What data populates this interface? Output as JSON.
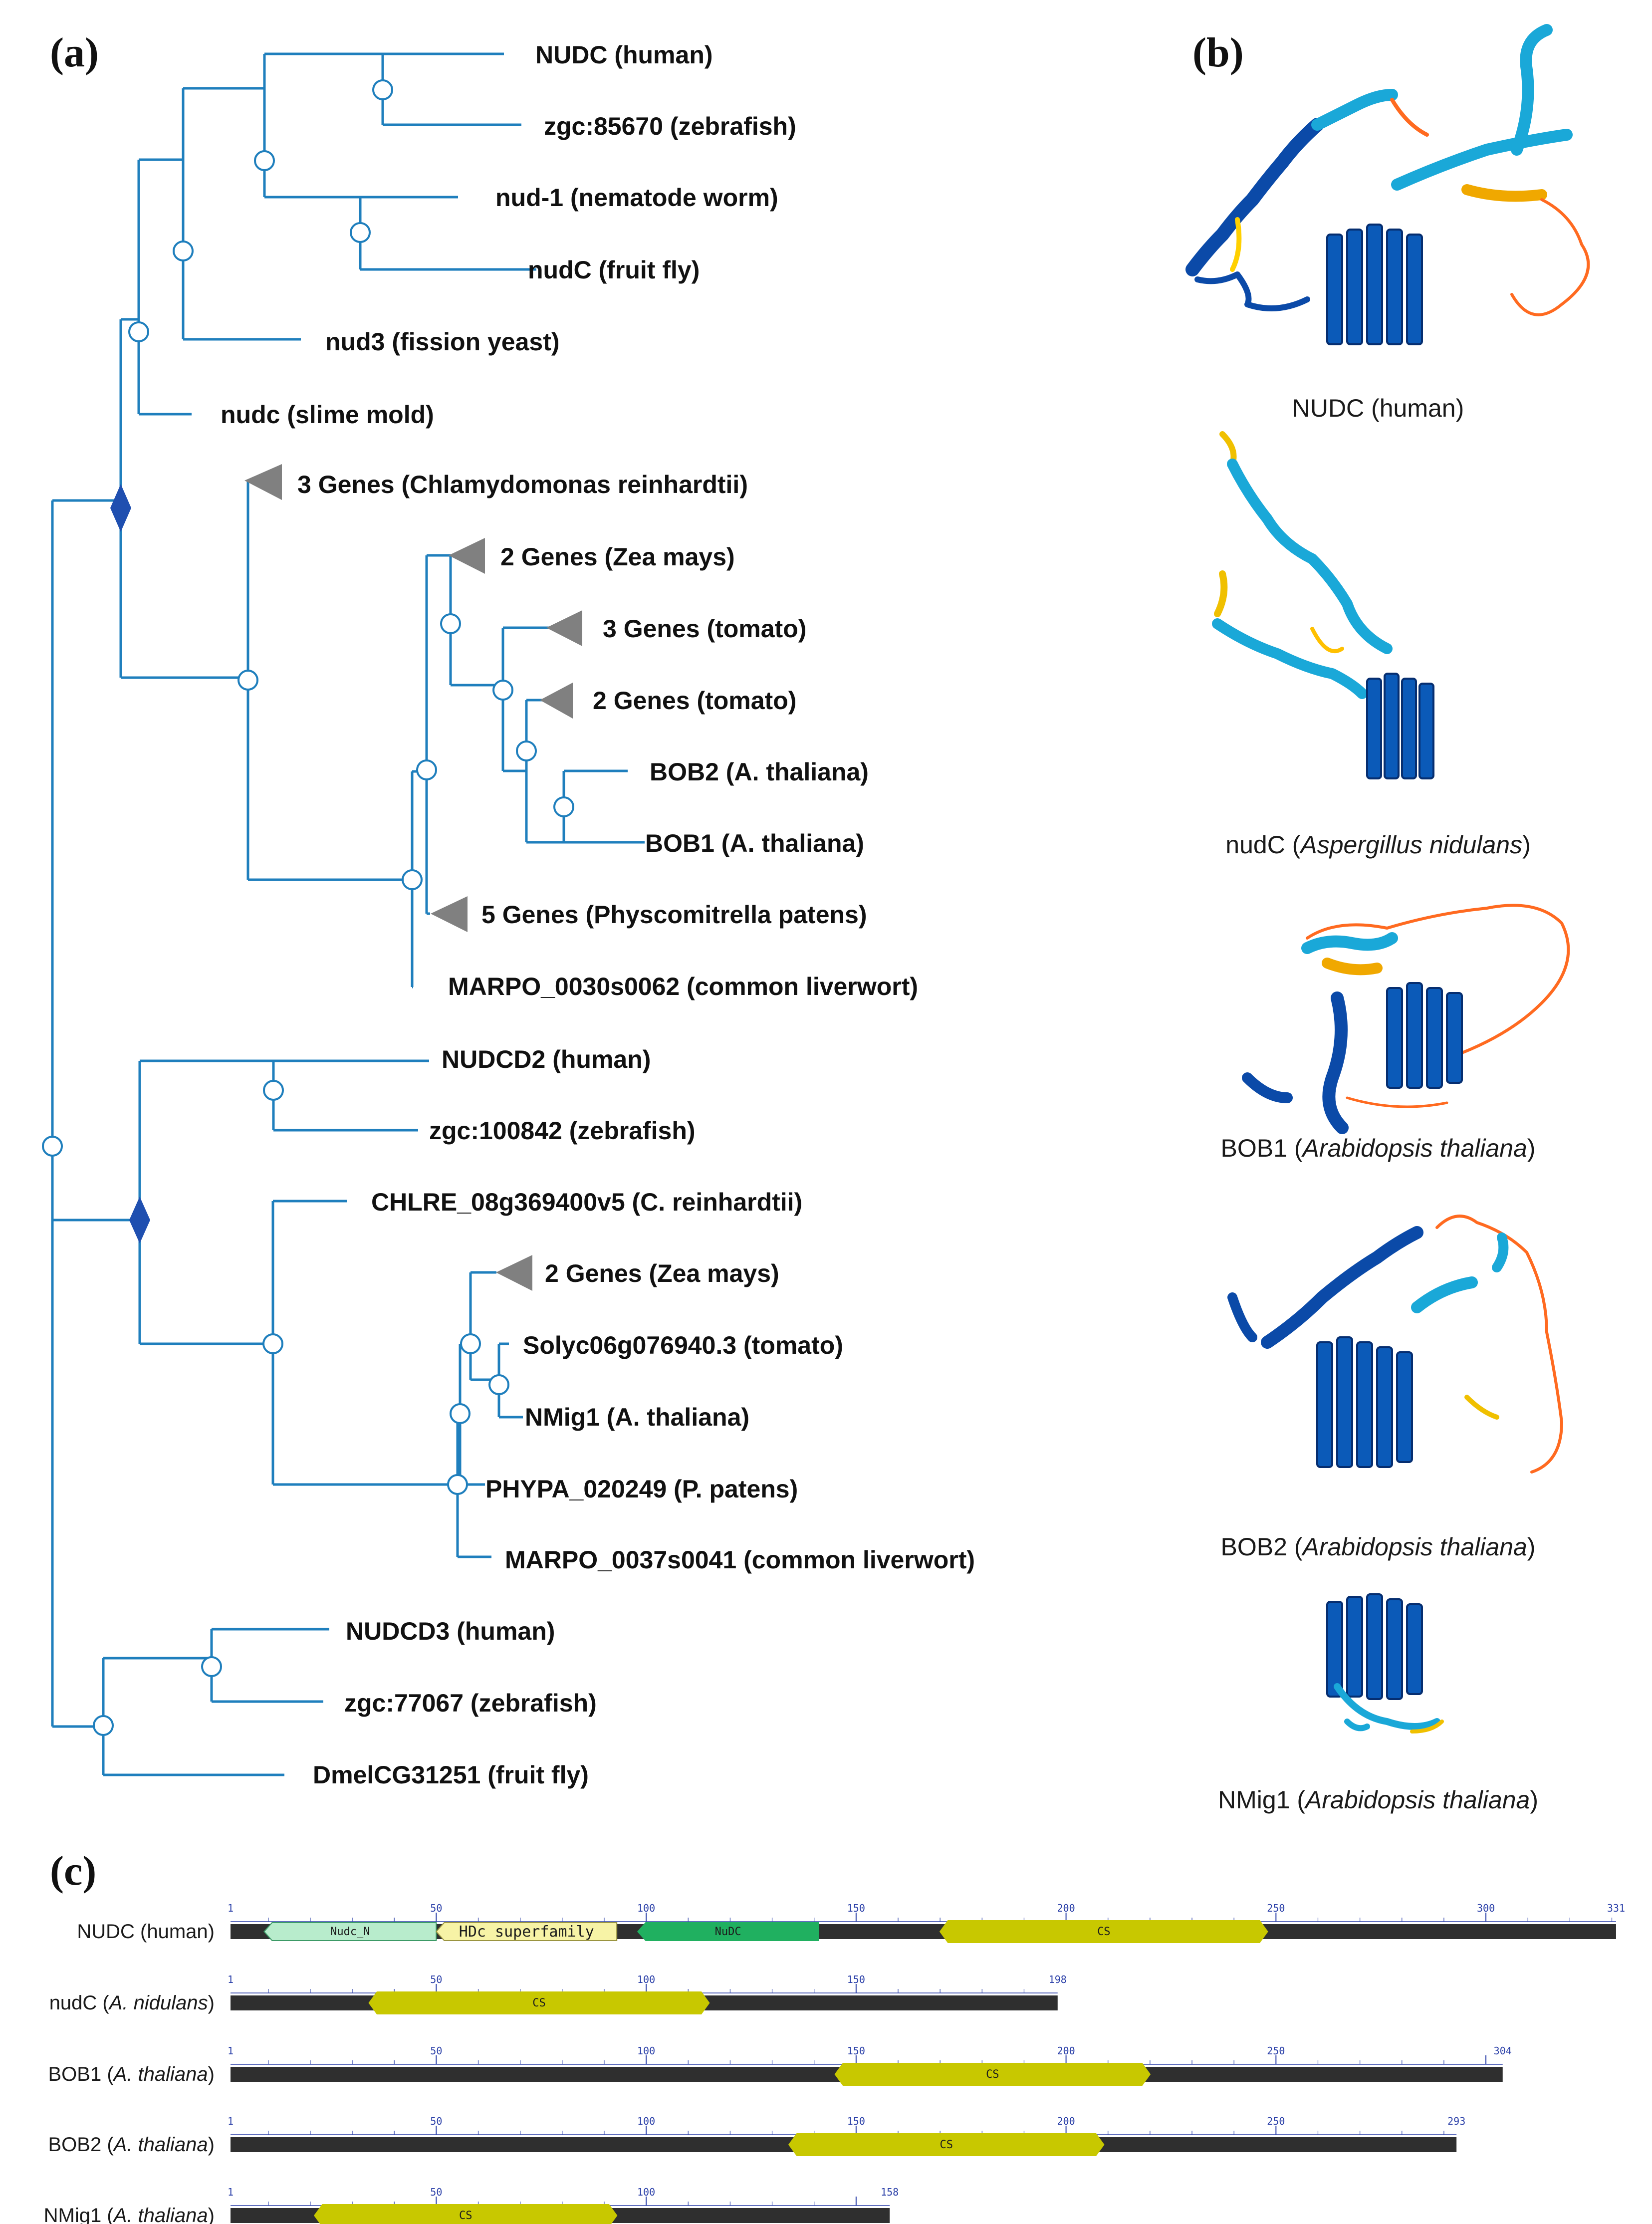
{
  "panels": {
    "a": "(a)",
    "b": "(b)",
    "c": "(c)"
  },
  "colors": {
    "tree": "#1f7fbd",
    "collapsed": "#808080",
    "diamond": "#1f4fb0",
    "bar": "#2f2f2f",
    "cs": "#c8c800",
    "hdc": "#f7f3a6",
    "nudc": "#20b060",
    "nudc_n": "#b8eccc",
    "tick": "#2a3fa8"
  },
  "tree": {
    "leaves": [
      "NUDC (human)",
      "zgc:85670 (zebrafish)",
      "nud-1 (nematode worm)",
      "nudC (fruit fly)",
      "nud3 (fission yeast)",
      "nudc (slime mold)",
      "3 Genes (Chlamydomonas reinhardtii)",
      "2 Genes (Zea mays)",
      "3 Genes (tomato)",
      "2 Genes (tomato)",
      "BOB2 (A. thaliana)",
      "BOB1 (A. thaliana)",
      "5 Genes (Physcomitrella patens)",
      "MARPO_0030s0062 (common liverwort)",
      "NUDCD2 (human)",
      "zgc:100842 (zebrafish)",
      "CHLRE_08g369400v5 (C. reinhardtii)",
      "2 Genes (Zea mays)",
      "Solyc06g076940.3 (tomato)",
      "NMig1 (A. thaliana)",
      "PHYPA_020249 (P. patens)",
      "MARPO_0037s0041 (common liverwort)",
      "NUDCD3 (human)",
      "zgc:77067 (zebrafish)",
      "DmelCG31251 (fruit fly)"
    ]
  },
  "structures": [
    {
      "name": "NUDC",
      "species": "human",
      "italic": false
    },
    {
      "name": "nudC",
      "species": "Aspergillus nidulans",
      "italic": true
    },
    {
      "name": "BOB1",
      "species": "Arabidopsis thaliana",
      "italic": true
    },
    {
      "name": "BOB2",
      "species": "Arabidopsis thaliana",
      "italic": true
    },
    {
      "name": "NMig1",
      "species": "Arabidopsis thaliana",
      "italic": true
    }
  ],
  "domains": {
    "ticks": [
      "1",
      "50",
      "100",
      "150",
      "200",
      "250",
      "300"
    ],
    "proteins": [
      {
        "name": "NUDC",
        "species": "human",
        "italic": false,
        "length": 331,
        "length_label": "331",
        "domains": [
          {
            "label": "Nudc_N",
            "start": 9,
            "end": 50,
            "style": "nudc_n",
            "dir": "left"
          },
          {
            "label": "HDc superfamily",
            "start": 50,
            "end": 93,
            "style": "hdc",
            "dir": "left"
          },
          {
            "label": "NuDC",
            "start": 98,
            "end": 141,
            "style": "nudc",
            "dir": "left"
          },
          {
            "label": "CS",
            "start": 170,
            "end": 248,
            "style": "cs",
            "dir": "both"
          }
        ]
      },
      {
        "name": "nudC",
        "species": "A. nidulans",
        "italic": true,
        "length": 198,
        "length_label": "198",
        "domains": [
          {
            "label": "CS",
            "start": 34,
            "end": 115,
            "style": "cs",
            "dir": "both"
          }
        ]
      },
      {
        "name": "BOB1",
        "species": "A. thaliana",
        "italic": true,
        "length": 304,
        "length_label": "304",
        "domains": [
          {
            "label": "CS",
            "start": 145,
            "end": 220,
            "style": "cs",
            "dir": "both"
          }
        ]
      },
      {
        "name": "BOB2",
        "species": "A. thaliana",
        "italic": true,
        "length": 293,
        "length_label": "293",
        "domains": [
          {
            "label": "CS",
            "start": 134,
            "end": 209,
            "style": "cs",
            "dir": "both"
          }
        ]
      },
      {
        "name": "NMig1",
        "species": "A. thaliana",
        "italic": true,
        "length": 158,
        "length_label": "158",
        "domains": [
          {
            "label": "CS",
            "start": 21,
            "end": 93,
            "style": "cs",
            "dir": "both"
          }
        ]
      }
    ]
  }
}
